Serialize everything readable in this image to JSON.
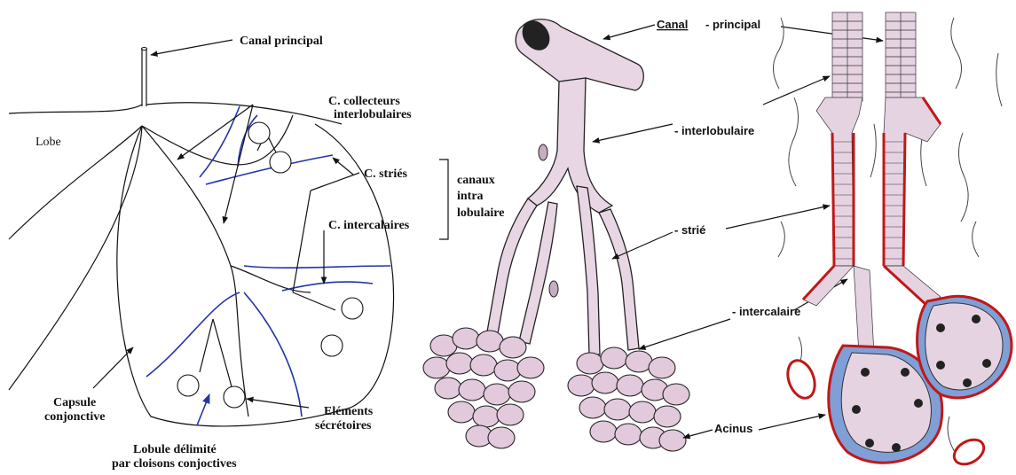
{
  "left_diagram": {
    "canal_principal": "Canal principal",
    "lobe": "Lobe",
    "collecteurs_line1": "C. collecteurs",
    "collecteurs_line2": "interlobulaires",
    "stries": "C. striés",
    "intercalaires": "C. intercalaires",
    "canaux_line1": "canaux",
    "canaux_line2": "intra",
    "canaux_line3": "lobulaire",
    "capsule_line1": "Capsule",
    "capsule_line2": "conjonctive",
    "elements_line1": "Eléments",
    "elements_line2": "sécrétoires",
    "lobule_line1": "Lobule délimité",
    "lobule_line2": "par cloisons conjoctives"
  },
  "middle_diagram": {
    "canal": "Canal",
    "principal": "- principal",
    "interlobulaire": "- interlobulaire",
    "strie": "- strié",
    "intercalaire": "- intercalaire",
    "acinus": "Acinus"
  },
  "colors": {
    "septum_blue": "#2434a8",
    "duct_pink": "#e8d6e4",
    "basement_red": "#c01818",
    "acinus_blue": "#7f9fd6"
  }
}
